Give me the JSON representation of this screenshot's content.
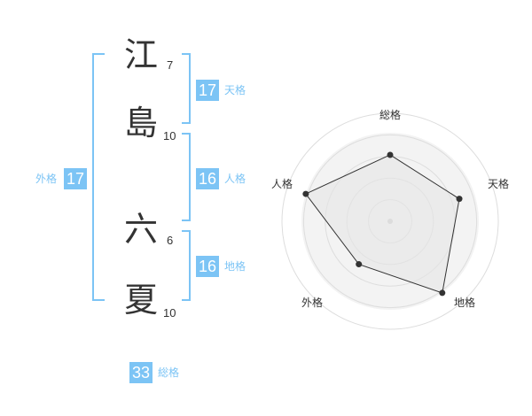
{
  "name_chars": [
    {
      "char": "江",
      "strokes": "7"
    },
    {
      "char": "島",
      "strokes": "10"
    },
    {
      "char": "六",
      "strokes": "6"
    },
    {
      "char": "夏",
      "strokes": "10"
    }
  ],
  "kaku": {
    "tenkaku": {
      "value": "17",
      "label": "天格"
    },
    "jinkaku": {
      "value": "16",
      "label": "人格"
    },
    "chikaku": {
      "value": "16",
      "label": "地格"
    },
    "gaikaku": {
      "value": "17",
      "label": "外格"
    },
    "soukaku": {
      "value": "33",
      "label": "総格"
    }
  },
  "colors": {
    "accent": "#7cc4f5",
    "text": "#333333",
    "chart_fill": "#f0f0f0"
  },
  "chart_data": {
    "type": "radar",
    "axes": [
      "総格",
      "天格",
      "地格",
      "外格",
      "人格"
    ],
    "values": [
      0.75,
      0.82,
      1.0,
      0.6,
      1.0
    ],
    "range": [
      0,
      1
    ],
    "rings": 5
  }
}
